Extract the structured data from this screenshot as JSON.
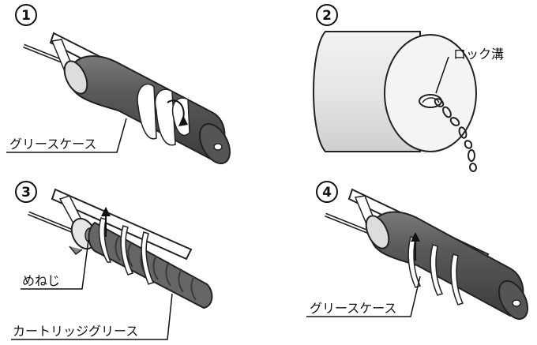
{
  "steps": [
    {
      "number": "1",
      "labels": {
        "grease_case": "グリースケース"
      }
    },
    {
      "number": "2",
      "labels": {
        "lock_groove": "ロック溝"
      }
    },
    {
      "number": "3",
      "labels": {
        "female_screw": "めねじ",
        "cartridge_grease": "カートリッジグリース"
      }
    },
    {
      "number": "4",
      "labels": {
        "grease_case": "グリースケース"
      }
    }
  ]
}
